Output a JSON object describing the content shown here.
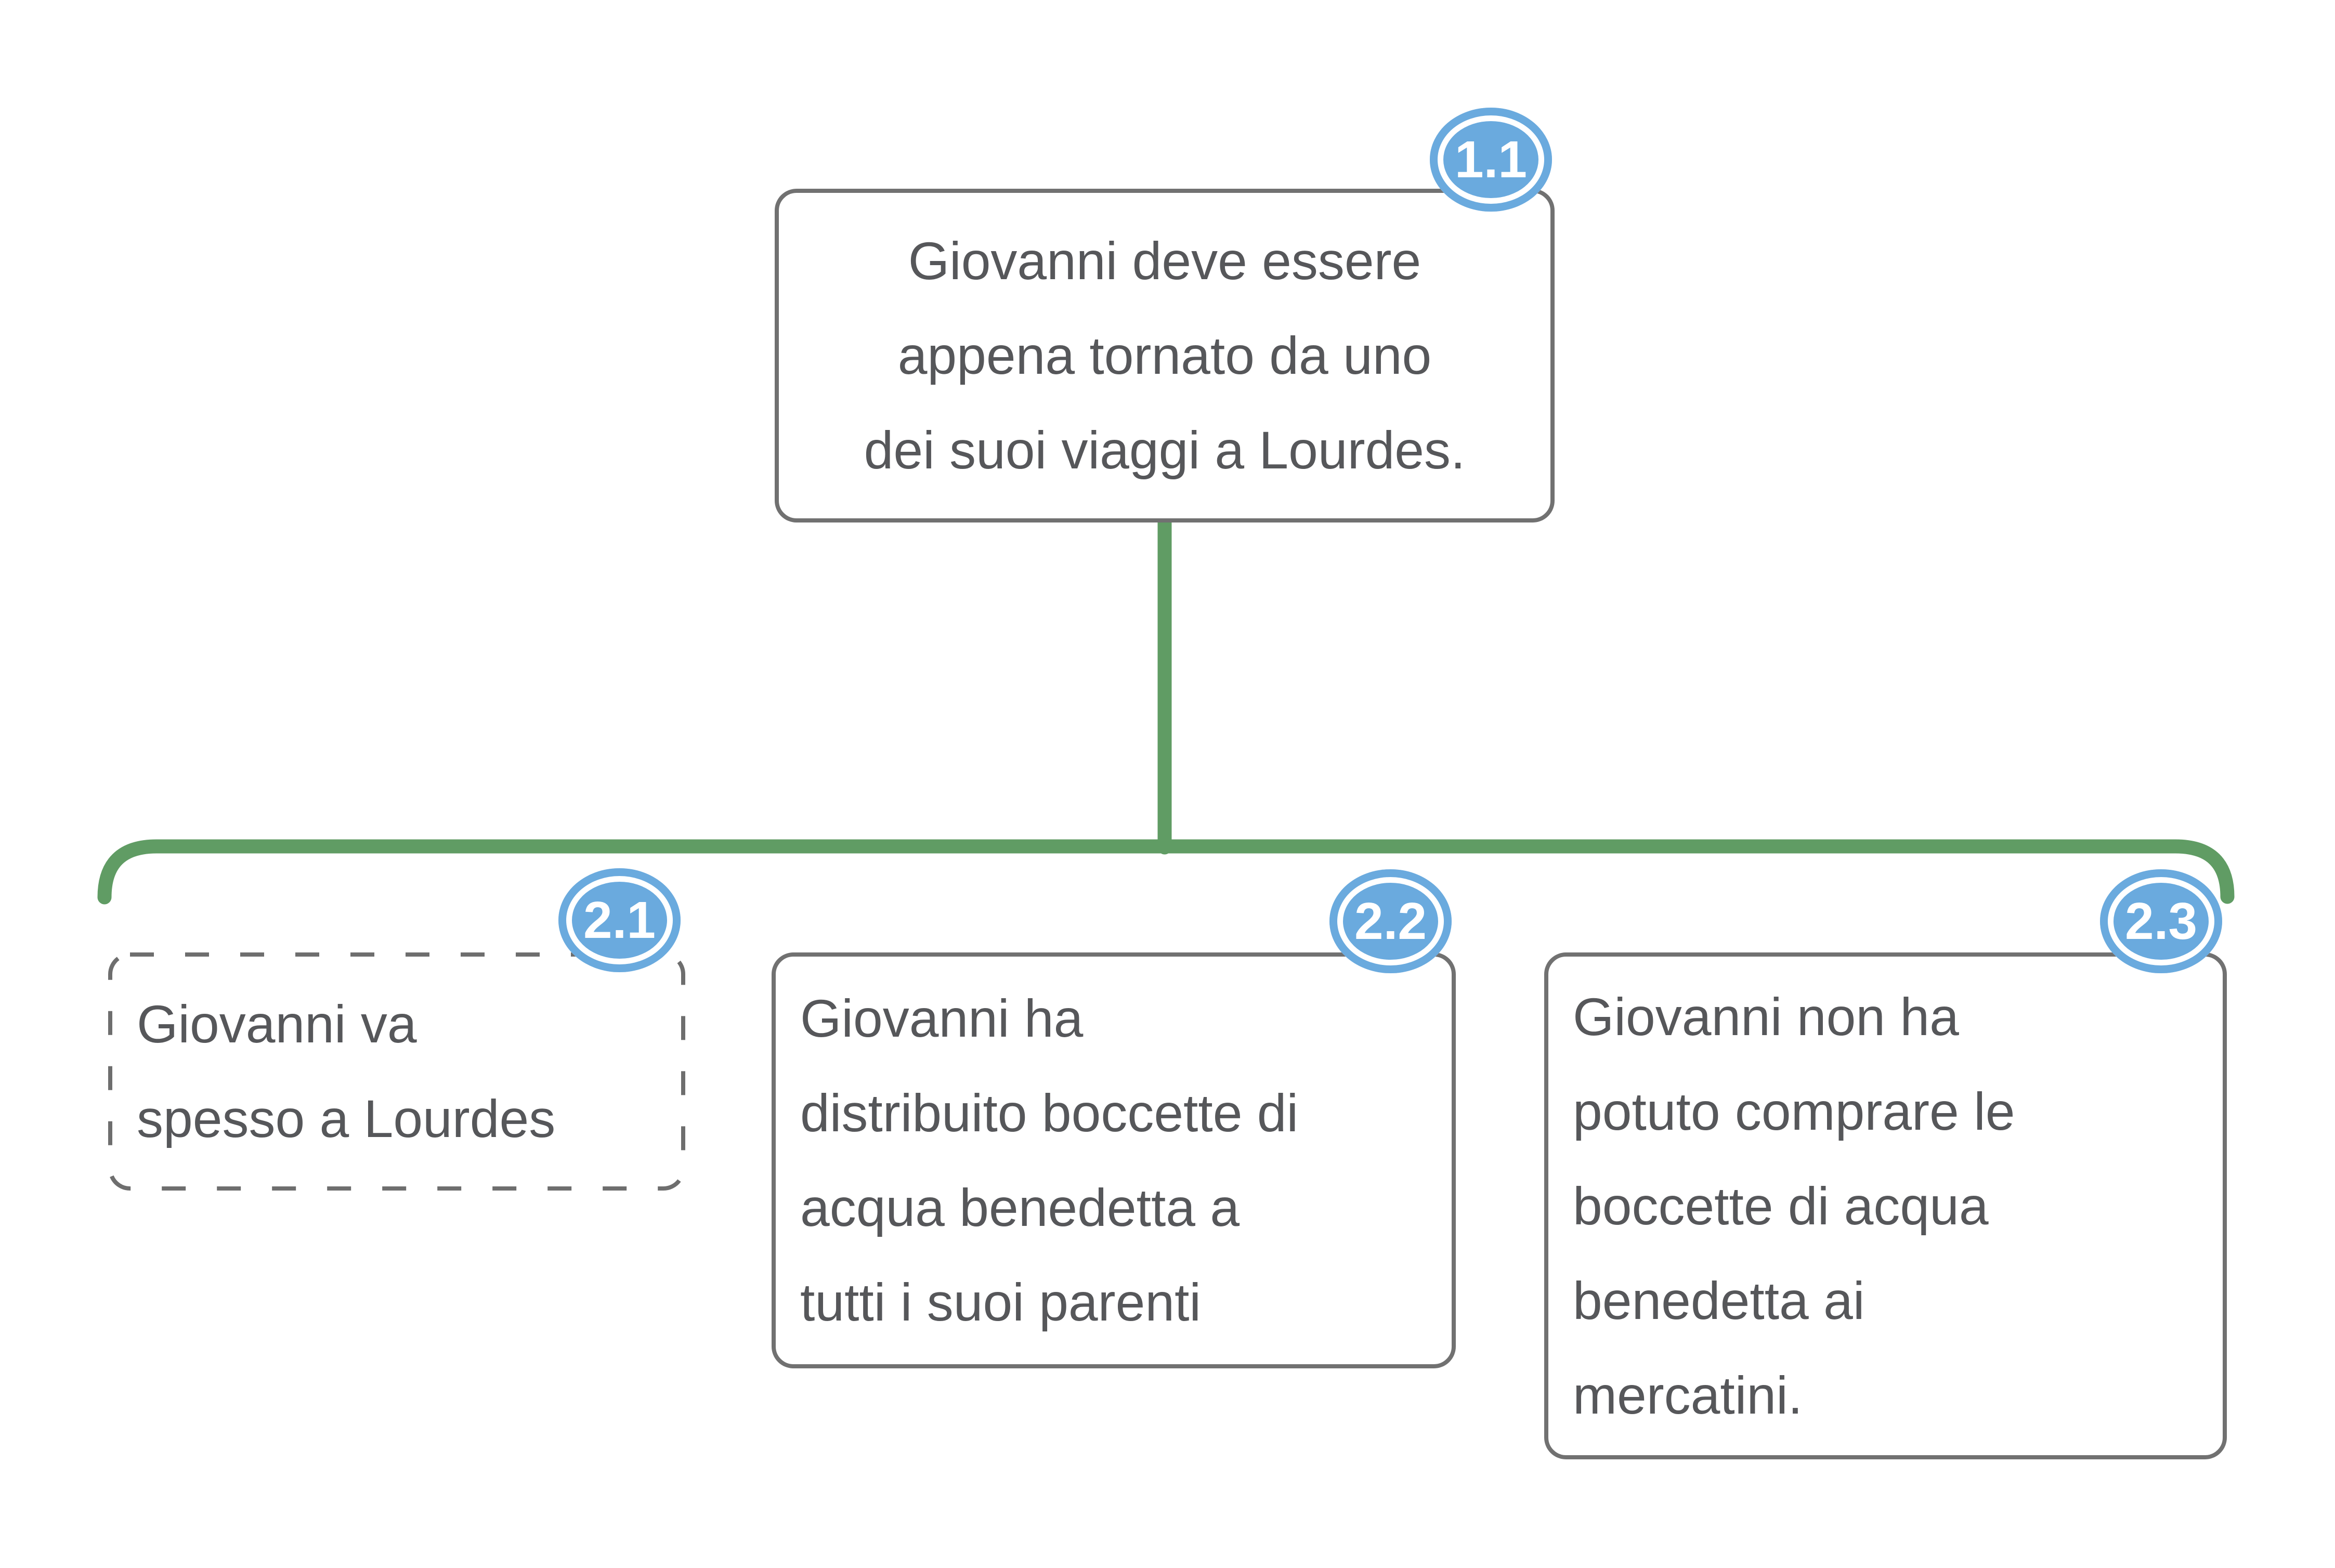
{
  "diagram": {
    "type": "argument-tree",
    "background": "#ffffff",
    "colors": {
      "connector_green": "#609c64",
      "badge_blue": "#6aaade",
      "node_border_gray": "#717171",
      "text_gray": "#56575a"
    },
    "root": {
      "id": "1.1",
      "border": "solid",
      "lines": [
        "Giovanni deve essere",
        "appena tornato da uno",
        "dei suoi viaggi a Lourdes."
      ]
    },
    "children": [
      {
        "id": "2.1",
        "border": "dashed",
        "lines": [
          "Giovanni va",
          "spesso a Lourdes"
        ]
      },
      {
        "id": "2.2",
        "border": "solid",
        "lines": [
          "Giovanni ha",
          "distribuito boccette di",
          "acqua benedetta a",
          "tutti i suoi parenti"
        ]
      },
      {
        "id": "2.3",
        "border": "solid",
        "lines": [
          "Giovanni non ha",
          "potuto comprare le",
          "boccette di acqua",
          "benedetta ai",
          "mercatini."
        ]
      }
    ]
  }
}
